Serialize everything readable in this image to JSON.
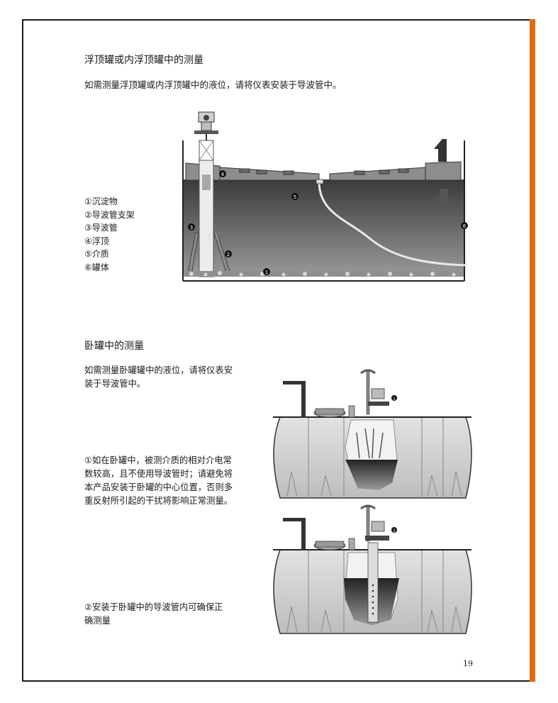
{
  "section1": {
    "title": "浮顶罐或内浮顶罐中的测量",
    "desc": "如需测量浮顶罐或内浮顶罐中的液位，请将仪表安装于导波管中。",
    "legend": [
      "①沉淀物",
      "②导波管支架",
      "③导波管",
      "④浮顶",
      "⑤介质",
      "⑥罐体"
    ],
    "callouts": [
      "1",
      "2",
      "3",
      "4",
      "5",
      "6"
    ]
  },
  "section2": {
    "title": "卧罐中的测量",
    "desc_lines": [
      "如需测量卧罐罐中的液位，请将仪表安",
      "装于导波管中。"
    ],
    "note1_lines": [
      "①如在卧罐中，被测介质的相对介电常",
      "数较高，且不使用导波管时；请避免将",
      "本产品安装于卧罐的中心位置，否则多",
      "重反射所引起的干扰将影响正常测量。"
    ],
    "note2_lines": [
      "②安装于卧罐中的导波管内可确保正",
      "确测量"
    ],
    "callouts": [
      "1",
      "2"
    ]
  },
  "page_number": "19",
  "colors": {
    "accent": "#e06c12",
    "frame": "#1b1b1b"
  }
}
